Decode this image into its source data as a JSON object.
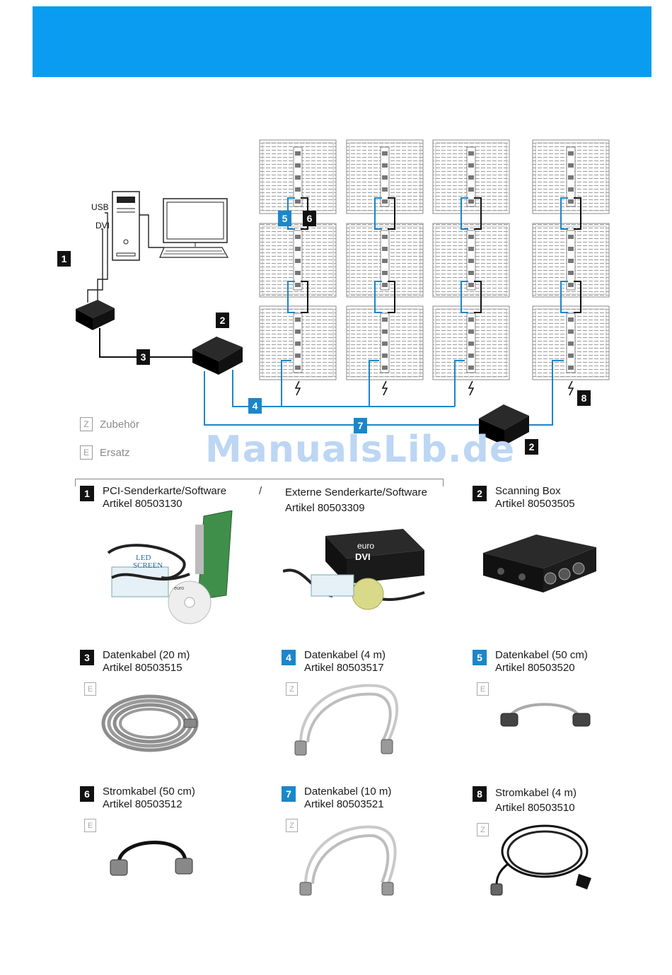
{
  "diagram": {
    "pc_labels": {
      "usb": "USB",
      "dvi": "DVI"
    },
    "callouts": {
      "n1": "1",
      "n2_top": "2",
      "n3": "3",
      "n4": "4",
      "n5": "5",
      "n6": "6",
      "n7": "7",
      "n8": "8",
      "n2_bottom": "2"
    }
  },
  "legend": {
    "z_code": "Z",
    "z_label": "Zubehör",
    "e_code": "E",
    "e_label": "Ersatz"
  },
  "watermark": "ManualsLib.de",
  "items": [
    {
      "num": "1",
      "line1": "PCI-Senderkarte/Software",
      "line2": "Artikel 80503130"
    },
    {
      "line1": "Externe Senderkarte/Software",
      "line2": "Artikel 80503309"
    },
    {
      "num": "2",
      "line1": "Scanning Box",
      "line2": "Artikel 80503505"
    },
    {
      "num": "3",
      "line1": "Datenkabel (20 m)",
      "line2": "Artikel 80503515",
      "tag": "E"
    },
    {
      "num": "4",
      "line1": "Datenkabel (4 m)",
      "line2": "Artikel 80503517",
      "tag": "Z"
    },
    {
      "num": "5",
      "line1": "Datenkabel (50 cm)",
      "line2": "Artikel 80503520",
      "tag": "E"
    },
    {
      "num": "6",
      "line1": "Stromkabel (50 cm)",
      "line2": "Artikel 80503512",
      "tag": "E"
    },
    {
      "num": "7",
      "line1": "Datenkabel (10 m)",
      "line2": "Artikel 80503521",
      "tag": "Z"
    },
    {
      "num": "8",
      "line1": "Stromkabel (4 m)",
      "line2": "Artikel 80503510",
      "tag": "Z"
    }
  ],
  "separator": "/",
  "colors": {
    "header": "#0a9cf0",
    "cable_blue": "#1c86c9",
    "black": "#111111"
  },
  "photo_labels": {
    "euro": "euro",
    "dvi": "DVI",
    "led": "LED",
    "screen": "SCREEN"
  }
}
